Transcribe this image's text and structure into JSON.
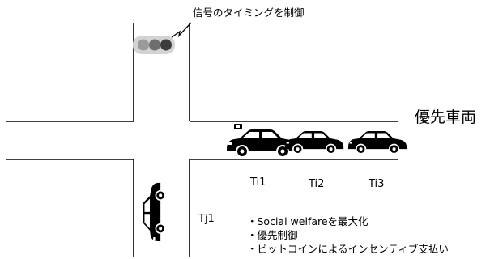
{
  "signal_label": "信号のタイミングを制御",
  "priority_title": "優先車両",
  "cars": {
    "ti1": "Ti1",
    "ti2": "Ti2",
    "ti3": "Ti3",
    "tj1": "Tj1"
  },
  "bullets": [
    "・Social welfareを最大化",
    "・優先制御",
    "・ビットコインによるインセンティブ支払い"
  ],
  "colors": {
    "road_line": "#000000",
    "car_body": "#000000",
    "car_window": "#ffffff",
    "signal_housing": "#d3d3d3",
    "signal_lamp_1": "#9a9a9a",
    "signal_lamp_2": "#6e6e6e",
    "signal_lamp_3": "#3c3c3c"
  }
}
